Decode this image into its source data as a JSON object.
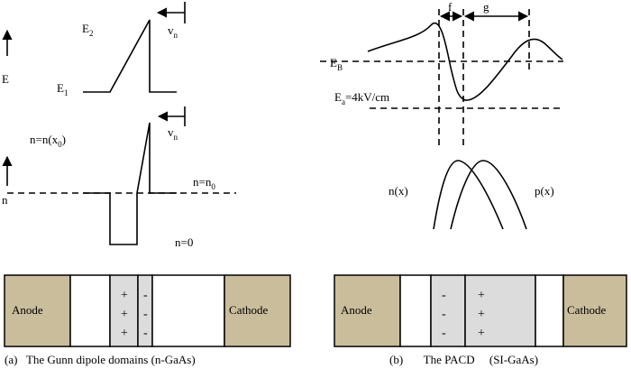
{
  "panel_a": {
    "field_plot": {
      "axis_label": "E",
      "level_high": "E",
      "level_high_sub": "2",
      "level_low": "E",
      "level_low_sub": "1",
      "velocity": "v",
      "velocity_sub": "n"
    },
    "density_plot": {
      "axis_label": "n",
      "peak_label": "n=n(x",
      "peak_label_sub": "0",
      "peak_label_end": ")",
      "background_label": "n=n",
      "background_label_sub": "0",
      "zero_label": "n=0",
      "velocity": "v",
      "velocity_sub": "n"
    },
    "device": {
      "anode": "Anode",
      "cathode": "Cathode",
      "plus": [
        "+",
        "+",
        "+"
      ],
      "minus": [
        "-",
        "-",
        "-"
      ]
    },
    "caption": "(a)   The Gunn dipole domains (n-GaAs)"
  },
  "panel_b": {
    "field_plot": {
      "width_f": "f",
      "width_g": "g",
      "breakdown_label": "E",
      "breakdown_sub": "B",
      "threshold_label": "E",
      "threshold_sub": "a",
      "threshold_value": "=4kV/cm"
    },
    "carrier_plot": {
      "electron_label": "n(x)",
      "hole_label": "p(x)"
    },
    "device": {
      "anode": "Anode",
      "cathode": "Cathode",
      "minus": [
        "-",
        "-",
        "-"
      ],
      "plus": [
        "+",
        "+",
        "+"
      ]
    },
    "caption": "(b)       The PACD     (SI-GaAs)"
  },
  "colors": {
    "contact_fill": "#c9bd9b",
    "charge_region_fill": "#dcdcdc",
    "line": "#000000"
  }
}
